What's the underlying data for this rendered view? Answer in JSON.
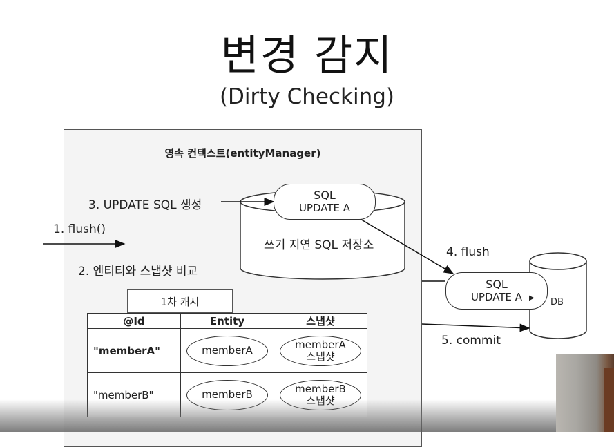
{
  "title": "변경 감지",
  "subtitle": "(Dirty Checking)",
  "context": {
    "label": "영속 컨텍스트(entityManager)",
    "store_label": "쓰기 지연 SQL 저장소",
    "sql_label": "SQL",
    "sql_update": "UPDATE A"
  },
  "steps": {
    "flush": "1. flush()",
    "compare": "2. 엔티티와 스냅샷 비교",
    "update_sql": "3. UPDATE SQL 생성",
    "flush_db": "4. flush",
    "commit": "5. commit"
  },
  "cache": {
    "tab_label": "1차 캐시",
    "headers": [
      "@Id",
      "Entity",
      "스냅샷"
    ],
    "rows": [
      {
        "id": "\"memberA\"",
        "entity": "memberA",
        "snapshot_name": "memberA",
        "snapshot_label": "스냅샷"
      },
      {
        "id": "\"memberB\"",
        "entity": "memberB",
        "snapshot_name": "memberB",
        "snapshot_label": "스냅샷"
      }
    ]
  },
  "db": {
    "label": "DB",
    "sql_label": "SQL",
    "sql_update": "UPDATE A"
  }
}
